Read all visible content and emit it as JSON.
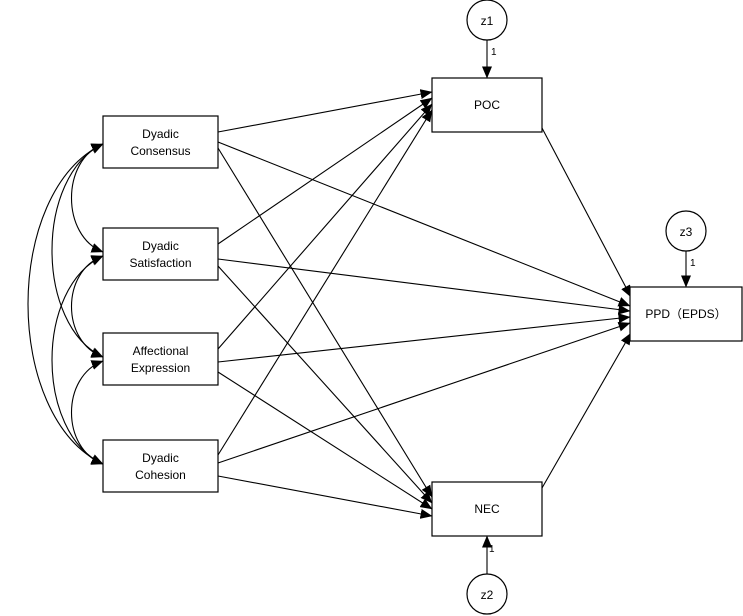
{
  "diagram": {
    "nodes": {
      "dyadic_consensus": {
        "lines": [
          "Dyadic",
          "Consensus"
        ]
      },
      "dyadic_satisfaction": {
        "lines": [
          "Dyadic",
          "Satisfaction"
        ]
      },
      "affectional_expression": {
        "lines": [
          "Affectional",
          "Expression"
        ]
      },
      "dyadic_cohesion": {
        "lines": [
          "Dyadic",
          "Cohesion"
        ]
      },
      "poc": {
        "lines": [
          "POC"
        ]
      },
      "nec": {
        "lines": [
          "NEC"
        ]
      },
      "ppd": {
        "lines": [
          "PPD（EPDS）"
        ]
      }
    },
    "errors": {
      "z1": {
        "label": "z1",
        "weight": "1"
      },
      "z2": {
        "label": "z2",
        "weight": "1"
      },
      "z3": {
        "label": "z3",
        "weight": "1"
      }
    },
    "paths": [
      {
        "from": "dyadic_consensus",
        "to": "poc"
      },
      {
        "from": "dyadic_consensus",
        "to": "nec"
      },
      {
        "from": "dyadic_consensus",
        "to": "ppd"
      },
      {
        "from": "dyadic_satisfaction",
        "to": "poc"
      },
      {
        "from": "dyadic_satisfaction",
        "to": "nec"
      },
      {
        "from": "dyadic_satisfaction",
        "to": "ppd"
      },
      {
        "from": "affectional_expression",
        "to": "poc"
      },
      {
        "from": "affectional_expression",
        "to": "nec"
      },
      {
        "from": "affectional_expression",
        "to": "ppd"
      },
      {
        "from": "dyadic_cohesion",
        "to": "poc"
      },
      {
        "from": "dyadic_cohesion",
        "to": "nec"
      },
      {
        "from": "dyadic_cohesion",
        "to": "ppd"
      },
      {
        "from": "poc",
        "to": "ppd"
      },
      {
        "from": "nec",
        "to": "ppd"
      }
    ],
    "covariances": [
      {
        "a": "dyadic_consensus",
        "b": "dyadic_satisfaction"
      },
      {
        "a": "dyadic_consensus",
        "b": "affectional_expression"
      },
      {
        "a": "dyadic_consensus",
        "b": "dyadic_cohesion"
      },
      {
        "a": "dyadic_satisfaction",
        "b": "affectional_expression"
      },
      {
        "a": "dyadic_satisfaction",
        "b": "dyadic_cohesion"
      },
      {
        "a": "affectional_expression",
        "b": "dyadic_cohesion"
      }
    ]
  }
}
